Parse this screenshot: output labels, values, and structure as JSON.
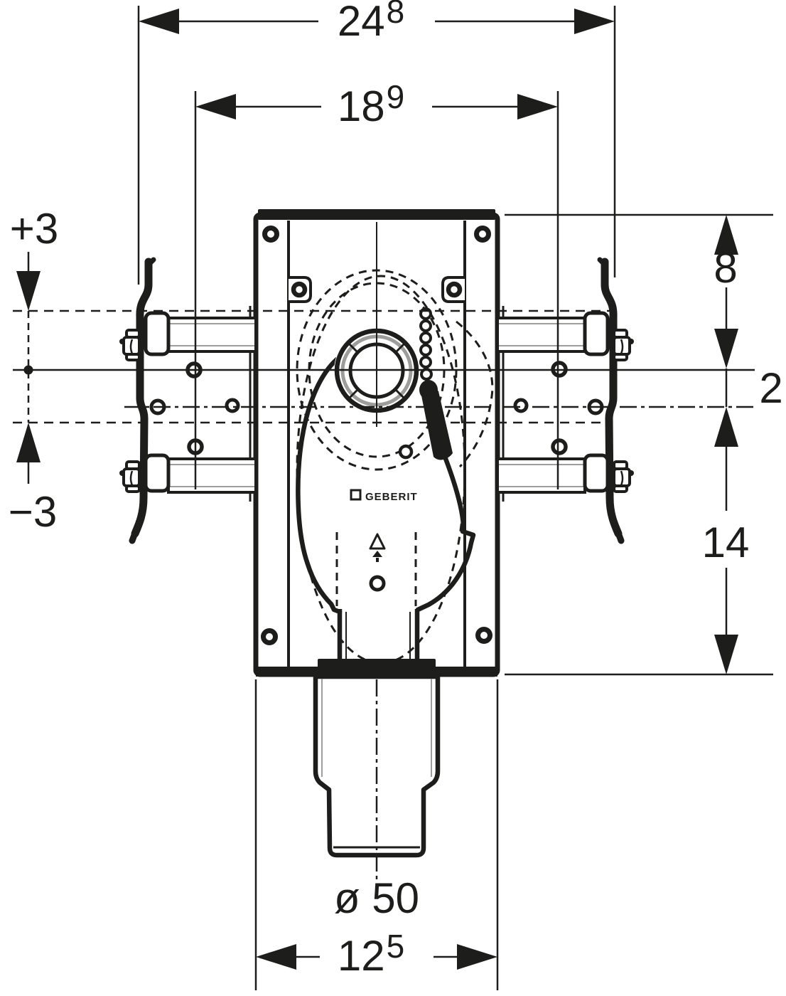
{
  "drawing": {
    "brand_label": "GEBERIT",
    "dimensions": {
      "outer_width": {
        "value": "24",
        "sup": "8"
      },
      "inner_width": {
        "value": "18",
        "sup": "9"
      },
      "adjustment_plus": "+3",
      "adjustment_minus": "−3",
      "top_to_center": "8",
      "center_to_fixing": "2",
      "fixing_to_bottom": "14",
      "outlet_diameter": "ø 50",
      "outlet_spigot_width": {
        "value": "12",
        "sup": "5"
      }
    },
    "colors": {
      "ink": "#1d1d1b",
      "gray": "#9d9d9c",
      "background": "#ffffff"
    }
  }
}
